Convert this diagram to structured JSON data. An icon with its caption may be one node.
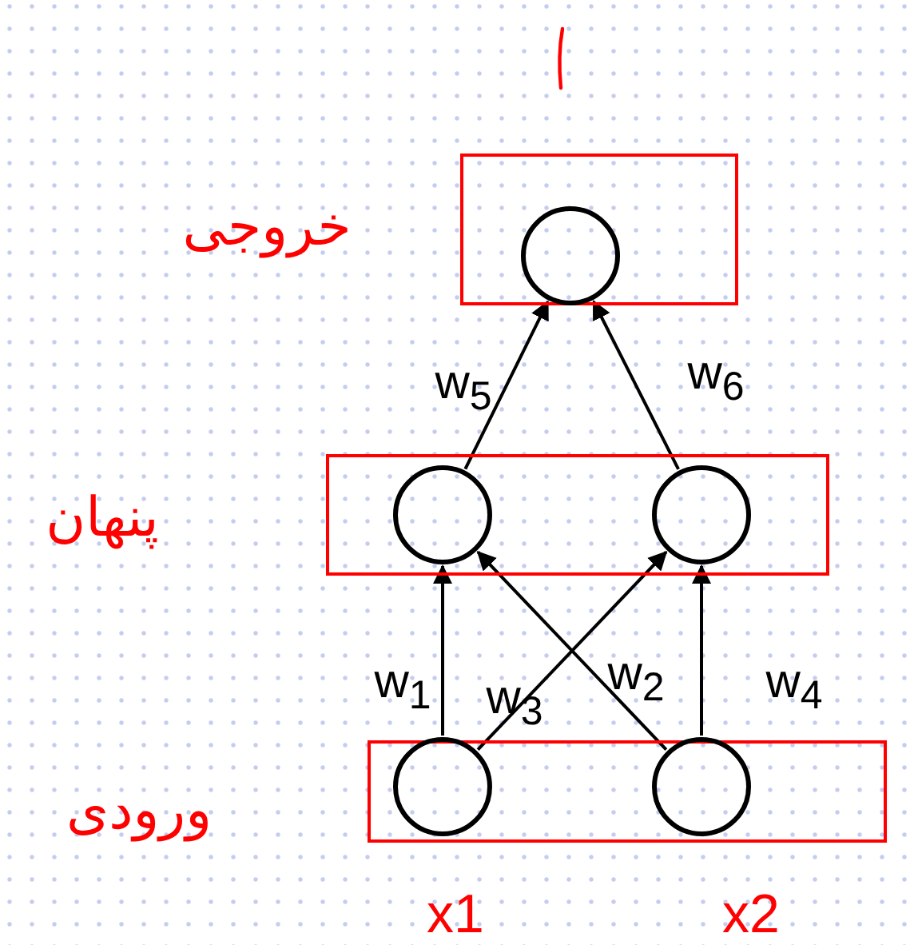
{
  "diagram": {
    "nodes": [
      {
        "text": [
          "خروجی"
        ]
      },
      {
        "text": [],
        "shape": "circle",
        "in": 0
      },
      {
        "text": [
          "پنهان"
        ]
      },
      {
        "text": [],
        "shape": "circle",
        "in": 2
      },
      {
        "text": [],
        "shape": "circle",
        "in": 2
      },
      {
        "text": [
          "ورودی"
        ]
      },
      {
        "text": [],
        "shape": "circle",
        "in": 5,
        "beside": [
          "x1"
        ]
      },
      {
        "text": [],
        "shape": "circle",
        "in": 5,
        "beside": [
          "x2"
        ]
      }
    ],
    "edges": [
      {
        "from": 6,
        "to": 3,
        "arrow": "to",
        "label": "w$_{1}$"
      },
      {
        "from": 6,
        "to": 4,
        "arrow": "to",
        "label": "w$_{3}$"
      },
      {
        "from": 7,
        "to": 3,
        "arrow": "to",
        "label": "w$_{2}$"
      },
      {
        "from": 7,
        "to": 4,
        "arrow": "to",
        "label": "w$_{4}$"
      },
      {
        "from": 3,
        "to": 1,
        "arrow": "to",
        "label": "w$_{5}$"
      },
      {
        "from": 4,
        "to": 1,
        "arrow": "to",
        "label": "w$_{6}$"
      }
    ]
  }
}
